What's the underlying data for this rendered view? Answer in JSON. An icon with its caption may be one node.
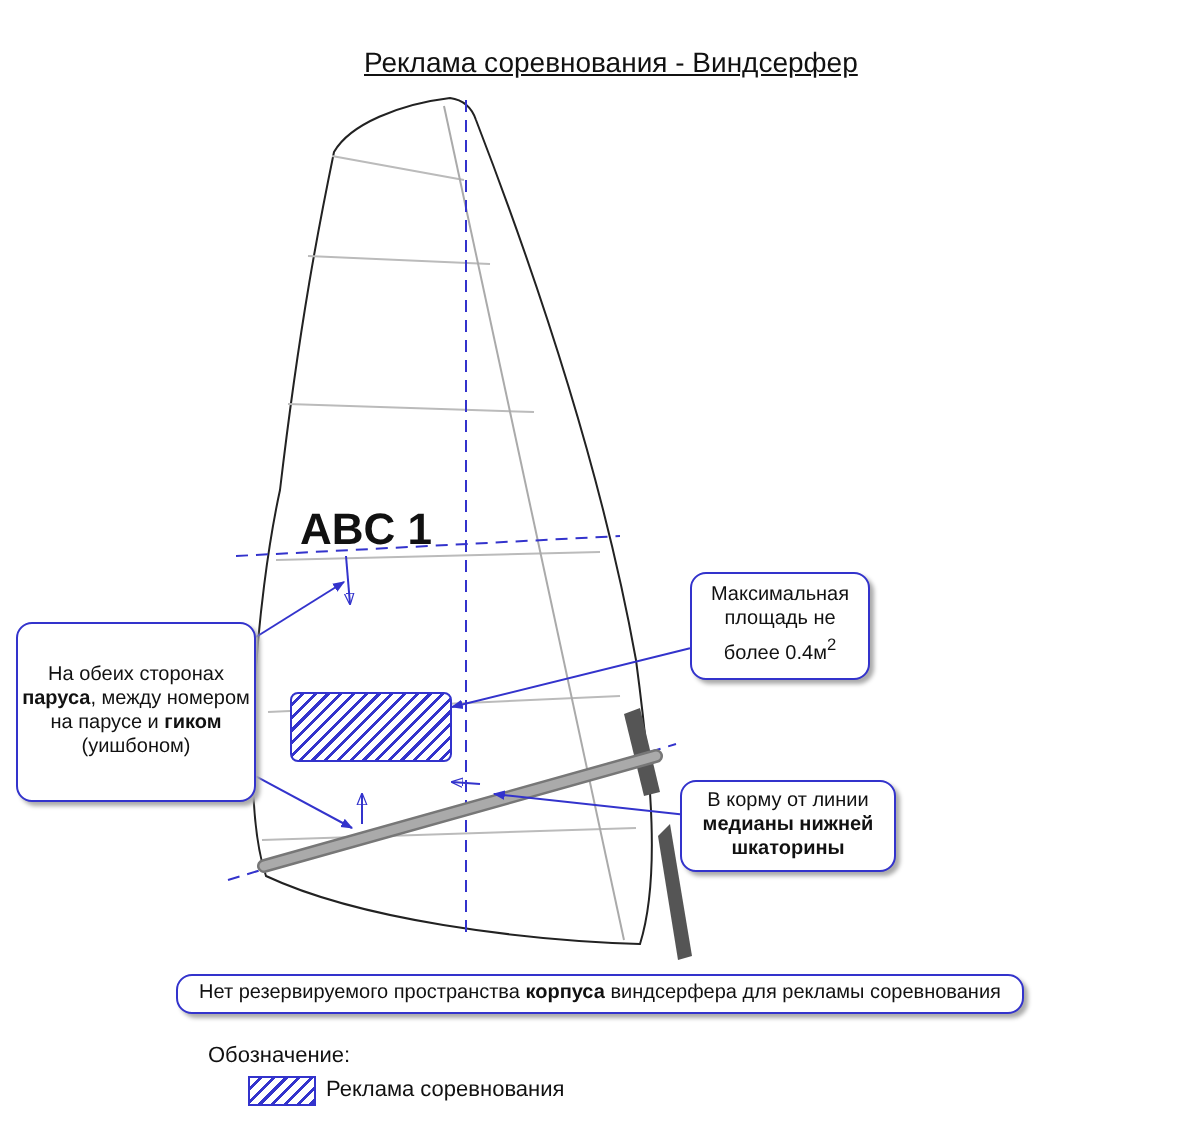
{
  "diagram": {
    "title": "Реклама соревнования - Виндсерфер",
    "nodes": [
      {
        "text": [
          "Максимальная площадь не более 0.4м$^{2}$"
        ]
      },
      {
        "text": [
          "На обеих сторонах **паруса**, между номером на парусе и **гиком** (уишбоном)"
        ]
      },
      {
        "text": [],
        "shape": "box"
      },
      {
        "text": [
          "В корму от линии **медианы нижней шкаторины**"
        ]
      },
      {
        "text": [
          "Нет резервируемого пространства **корпуса** виндсерфера для рекламы соревнования"
        ]
      }
    ],
    "edges": [
      {
        "from": 0,
        "to": 2,
        "arrow": "to"
      },
      {
        "from": 1,
        "to": null,
        "arrow": "to"
      },
      {
        "from": 1,
        "to": null,
        "arrow": "to"
      },
      {
        "from": 3,
        "to": null,
        "arrow": "to"
      }
    ],
    "labels": [
      "ABC 1",
      "Обозначение:"
    ],
    "legend": [
      {
        "text": "Реклама соревнования"
      }
    ]
  }
}
